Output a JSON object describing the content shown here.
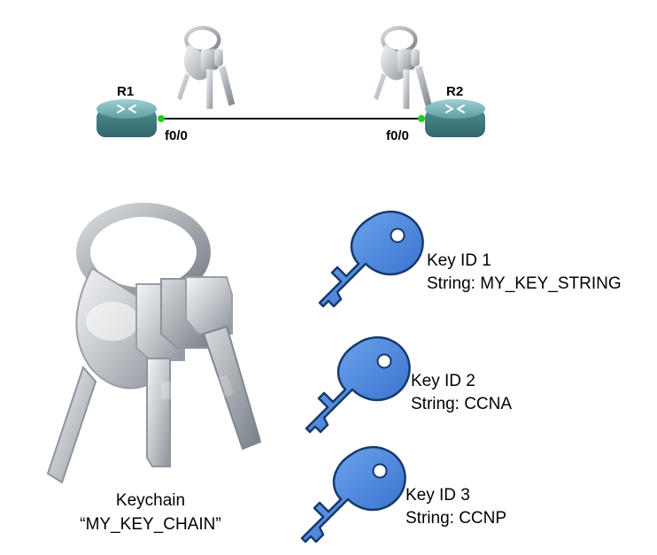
{
  "routers": [
    {
      "label": "R1",
      "interface": "f0/0"
    },
    {
      "label": "R2",
      "interface": "f0/0"
    }
  ],
  "keychain": {
    "label": "Keychain",
    "name": "“MY_KEY_CHAIN”"
  },
  "keys": [
    {
      "id_line": "Key ID 1",
      "string_line": "String: MY_KEY_STRING"
    },
    {
      "id_line": "Key ID  2",
      "string_line": "String: CCNA"
    },
    {
      "id_line": "Key ID 3",
      "string_line": "String: CCNP"
    }
  ],
  "colors": {
    "router_body": "#5f9ea0",
    "link": "#000000",
    "link_endpoint": "#22cc22",
    "key_blue": "#3f7fd6",
    "key_outline": "#17396b",
    "metal_keys": "#b8bcc1"
  },
  "icons": {
    "router": "router-icon",
    "keychain_large": "keychain-icon",
    "keychain_small": "small-keychain-icon",
    "key": "blue-key-icon"
  }
}
